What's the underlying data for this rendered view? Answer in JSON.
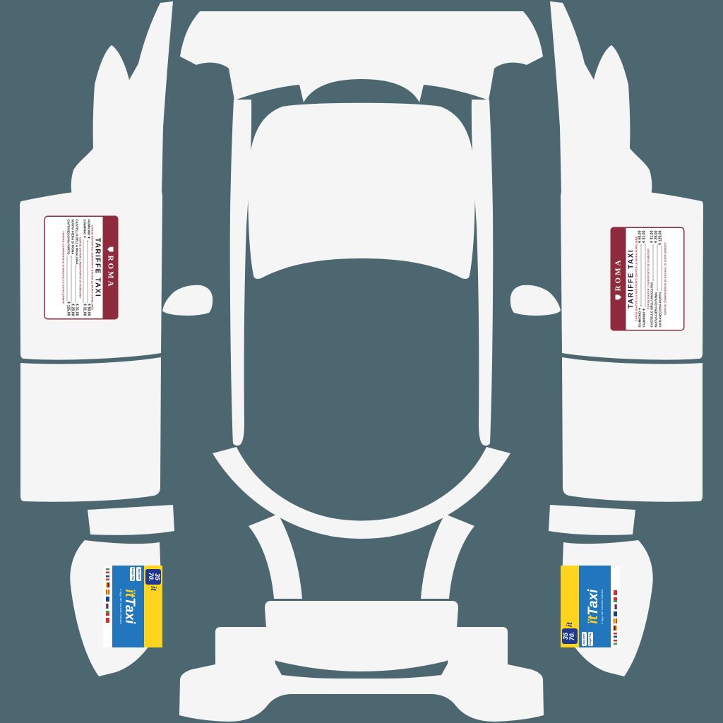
{
  "meta": {
    "description": "Taxi car livery template, exploded white body panels"
  },
  "colors": {
    "background": "#4D6770",
    "panel": "#F4F5F4",
    "sticker_red": "#8E2B3C",
    "sticker_red_text": "#A43A47",
    "ittaxi_blue": "#2176BE",
    "ittaxi_yellow": "#FFD41F",
    "ittaxi_navy": "#20398C"
  },
  "tariff_sticker": {
    "brand": "ROMA",
    "title": "TARIFFE TAXI",
    "subtitle": "CORSE DA/PER GLI AEROPORTI DA/PER LE MURA AURELIANE",
    "rows_airport": [
      {
        "label": "FIUMICINO",
        "icon": "✈",
        "price": "€ 50,00"
      },
      {
        "label": "CIAMPINO",
        "icon": "✈",
        "price": "€ 31,00"
      }
    ],
    "mid_header": "CORSE DA/PER L'AEROPORTO DI FIUMICINO",
    "rows_fixed": [
      {
        "label": "CASTELLO DELLA MAGLIANA",
        "price": "€ 31,00"
      },
      {
        "label": "NUOVA FIERA DI ROMA",
        "price": "€ 25,00"
      },
      {
        "label": "CIVITAVECCHIA PORTO",
        "price": "€ 125,00"
      }
    ],
    "footer": "TARIFFE COMPRENSIVE DI BAGAGLI E SUPPLEMENTI"
  },
  "ittaxi_sticker": {
    "number_top": "35",
    "number_bottom": "70.",
    "it_suffix": "it",
    "brand_it": "ït",
    "brand_taxi": "Taxi",
    "tagline": "L'app dei tassisti italiani",
    "badges": [
      "App Store",
      "Google Play"
    ],
    "flags": [
      "italy",
      "france",
      "germany",
      "spain",
      "uk",
      "russia",
      "portugal",
      "china"
    ]
  }
}
